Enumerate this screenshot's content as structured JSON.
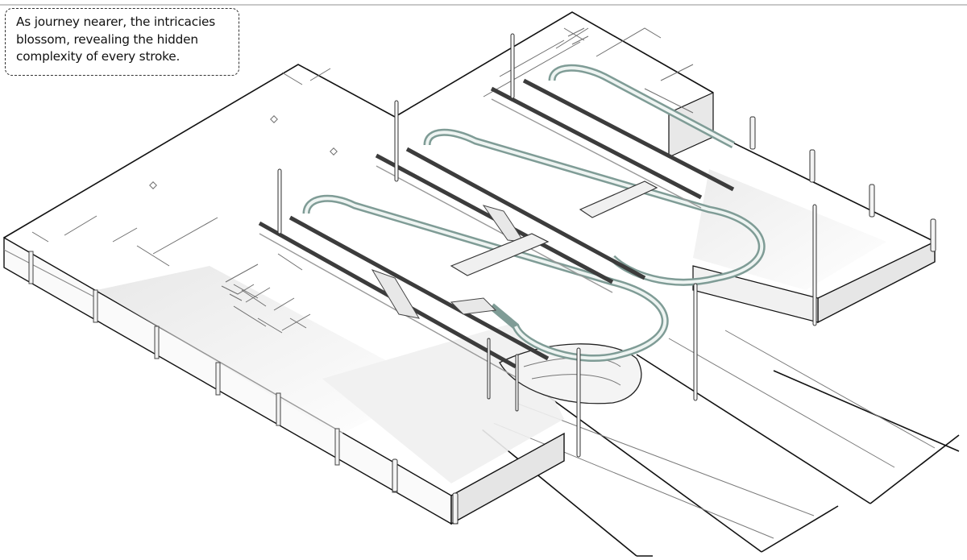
{
  "caption": {
    "lines": [
      "As journey nearer, the intricacies",
      "blossom, revealing the hidden",
      "complexity of every stroke."
    ]
  },
  "drawing": {
    "title": "Axonometric view of terminal building with elevated looping walkways",
    "colors": {
      "outline": "#111111",
      "plan_lines": "#6e6e6e",
      "shadow": "#cfcfcf",
      "glass": "#b9d3cd",
      "rail_dark": "#3c3c3c",
      "top_rule": "#c8c8c8"
    },
    "elements": [
      "left-floor-slab",
      "right-rear-slab",
      "right-front-slab",
      "track-platforms",
      "looping-walkways",
      "columns",
      "stairs",
      "vehicle"
    ]
  }
}
